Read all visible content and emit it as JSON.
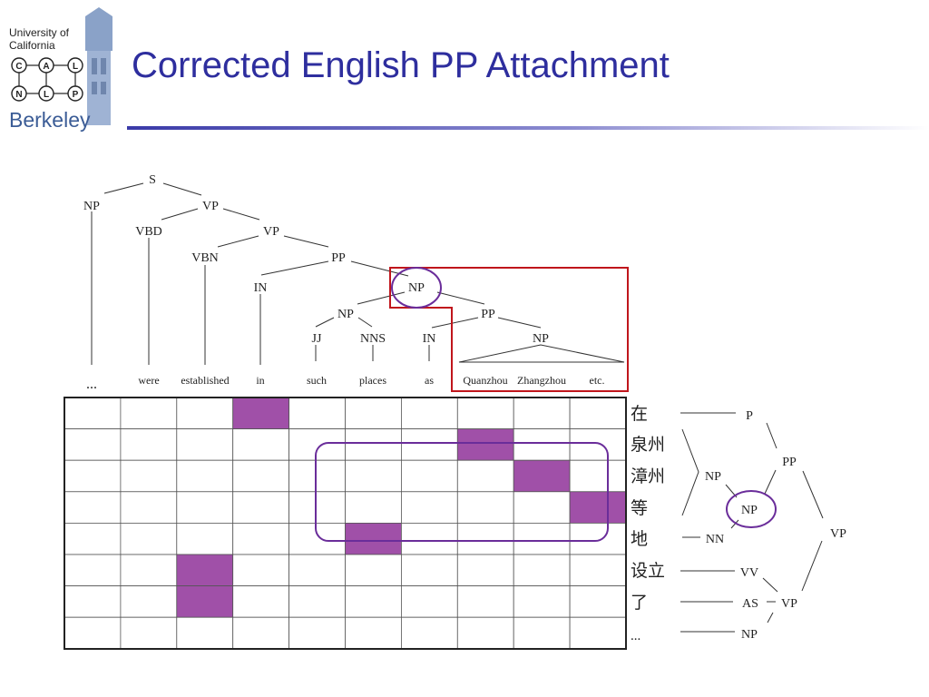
{
  "slide": {
    "title": "Corrected English PP Attachment"
  },
  "logo": {
    "line1": "University of",
    "line2": "California",
    "letters": [
      "C",
      "A",
      "L",
      "N",
      "L",
      "P"
    ],
    "name": "Berkeley"
  },
  "colors": {
    "title": "#2e2e9e",
    "cell_fill": "#a050a8",
    "highlight_circle": "#6a2d9a",
    "box_red": "#c0161c"
  },
  "english_tree": {
    "words": [
      "...",
      "were",
      "established",
      "in",
      "such",
      "places",
      "as",
      "Quanzhou",
      "Zhangzhou",
      "etc."
    ],
    "nodes": [
      {
        "id": "S",
        "label": "S"
      },
      {
        "id": "NP1",
        "label": "NP"
      },
      {
        "id": "VP1",
        "label": "VP"
      },
      {
        "id": "VBD",
        "label": "VBD"
      },
      {
        "id": "VP2",
        "label": "VP"
      },
      {
        "id": "VBN",
        "label": "VBN"
      },
      {
        "id": "PP1",
        "label": "PP"
      },
      {
        "id": "IN1",
        "label": "IN"
      },
      {
        "id": "NP2",
        "label": "NP"
      },
      {
        "id": "NP3",
        "label": "NP"
      },
      {
        "id": "PP2",
        "label": "PP"
      },
      {
        "id": "JJ",
        "label": "JJ"
      },
      {
        "id": "NNS",
        "label": "NNS"
      },
      {
        "id": "IN2",
        "label": "IN"
      },
      {
        "id": "NP4",
        "label": "NP"
      }
    ]
  },
  "alignment": {
    "rows": 8,
    "cols": 10,
    "filled": [
      [
        0,
        3
      ],
      [
        1,
        7
      ],
      [
        2,
        8
      ],
      [
        3,
        9
      ],
      [
        4,
        5
      ],
      [
        5,
        2
      ],
      [
        6,
        2
      ]
    ]
  },
  "chinese_words": [
    "在",
    "泉州",
    "漳州",
    "等",
    "地",
    "设立",
    "了",
    "..."
  ],
  "chinese_tree": {
    "nodes": [
      {
        "id": "P",
        "label": "P"
      },
      {
        "id": "NPa",
        "label": "NP"
      },
      {
        "id": "NPc",
        "label": "NP"
      },
      {
        "id": "NN",
        "label": "NN"
      },
      {
        "id": "PP",
        "label": "PP"
      },
      {
        "id": "VP",
        "label": "VP"
      },
      {
        "id": "VV",
        "label": "VV"
      },
      {
        "id": "AS",
        "label": "AS"
      },
      {
        "id": "VPb",
        "label": "VP"
      },
      {
        "id": "NPe",
        "label": "NP"
      }
    ]
  }
}
